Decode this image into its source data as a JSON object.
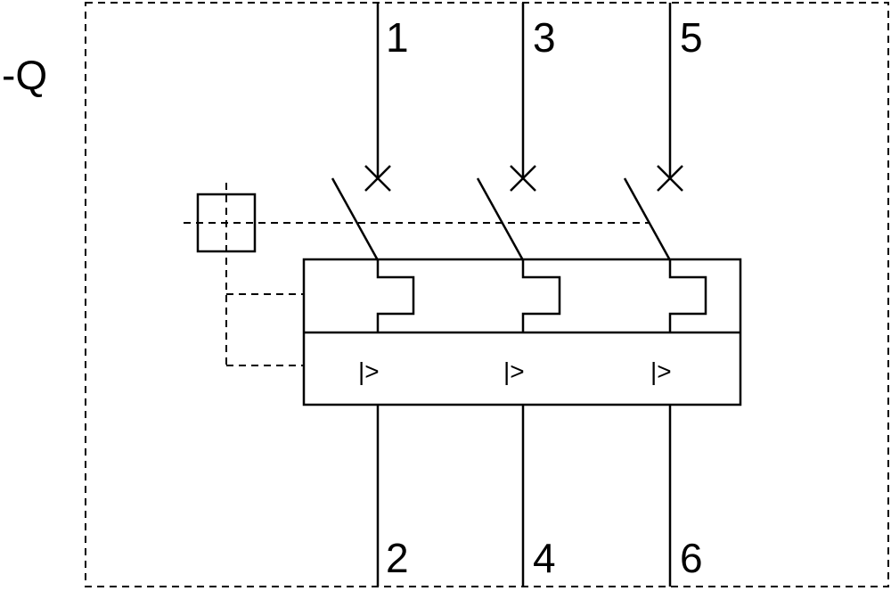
{
  "device": {
    "reference": "-Q",
    "terminals_top": [
      "1",
      "3",
      "5"
    ],
    "terminals_bottom": [
      "2",
      "4",
      "6"
    ],
    "overload_symbols": [
      "|>",
      "|>",
      "|>"
    ]
  },
  "colors": {
    "line": "#000000",
    "background": "#ffffff"
  }
}
